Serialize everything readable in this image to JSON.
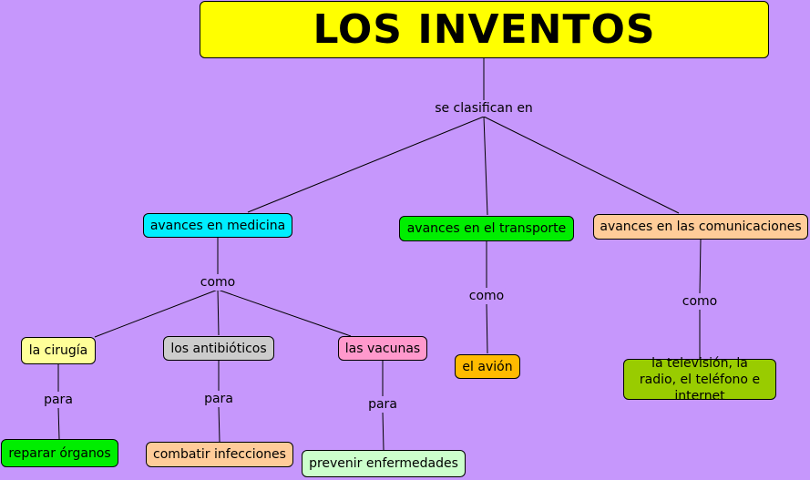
{
  "title": "LOS INVENTOS",
  "links": {
    "root": "se clasifican en",
    "medicina": "como",
    "transporte": "como",
    "comunicaciones": "como",
    "cirugia": "para",
    "antibioticos": "para",
    "vacunas": "para"
  },
  "nodes": {
    "medicina": "avances en medicina",
    "transporte": "avances en el transporte",
    "comunicaciones": "avances en las comunicaciones",
    "cirugia": "la cirugía",
    "antibioticos": "los antibióticos",
    "vacunas": "las vacunas",
    "avion": "el avión",
    "tv": "la televisión, la radio, el teléfono e internet",
    "organos": "reparar órganos",
    "infecciones": "combatir infecciones",
    "enfermedades": "prevenir enfermedades"
  },
  "colors": {
    "background": "#c697fc",
    "title": "#ffff00",
    "medicina": "#00eeff",
    "transporte": "#00ee00",
    "comunicaciones": "#ffcc99",
    "cirugia": "#ffff99",
    "antibioticos": "#cccccc",
    "vacunas": "#ff99cc",
    "avion": "#ffbb00",
    "tv": "#99cc00",
    "organos": "#00ee00",
    "infecciones": "#ffcc99",
    "enfermedades": "#ccffcc"
  }
}
